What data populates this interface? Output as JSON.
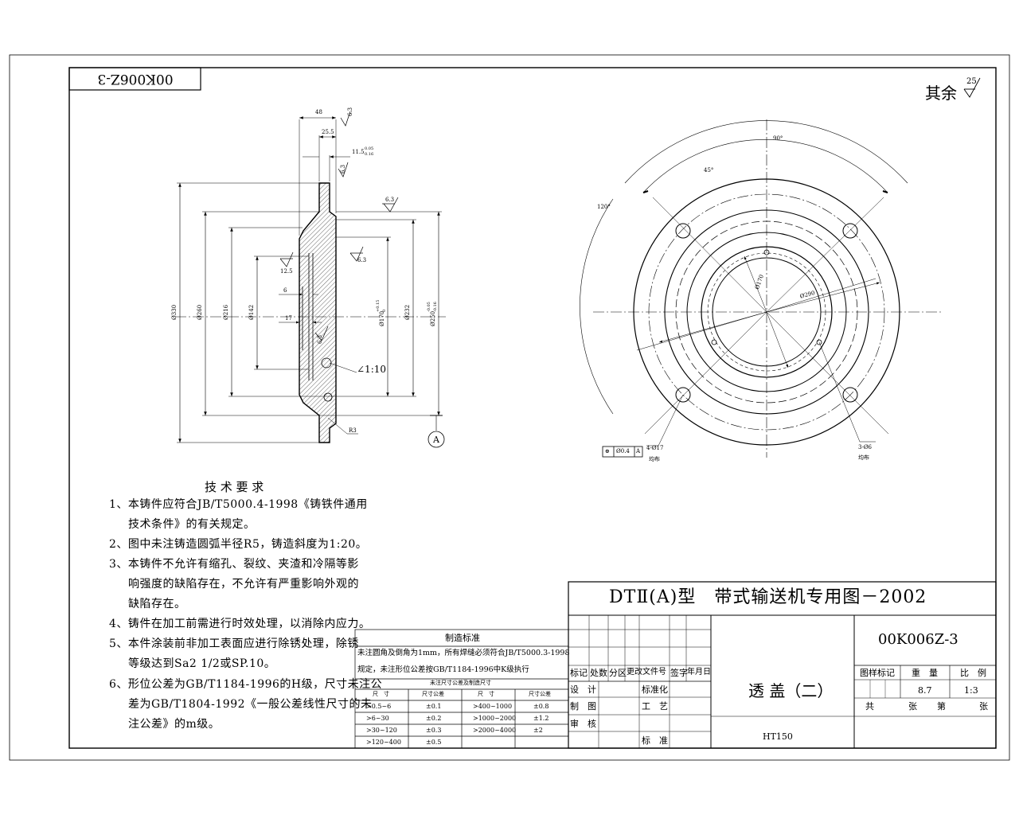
{
  "drawing_number_rotated": "00K006Z-3",
  "surface_roughness": {
    "label": "其余",
    "value": "25"
  },
  "section_view": {
    "dims_top": [
      "48",
      "25.5",
      "11.5",
      "0.05",
      "0.16"
    ],
    "roughness": [
      "6.3",
      "6.3",
      "6.3",
      "6.3",
      "12.5",
      "6.3"
    ],
    "dims_left": [
      "Ø330",
      "Ø260",
      "Ø216",
      "Ø142"
    ],
    "dims_right": [
      "Ø170",
      "+0.15",
      "0",
      "Ø232",
      "Ø250",
      "-0.05",
      "-0.16"
    ],
    "small_dims": [
      "6",
      "17"
    ],
    "taper": "∠1:10",
    "radius": "R3",
    "datum": "A"
  },
  "front_view": {
    "angles": [
      "90°",
      "45°",
      "120°"
    ],
    "diameters": [
      "Ø170",
      "Ø290"
    ],
    "holes_4": {
      "label": "4-Ø17",
      "note": "均布"
    },
    "holes_3": {
      "label": "3-Ø6",
      "note": "均布"
    },
    "tolerance_frame": [
      "⊕",
      "Ø0.4",
      "A"
    ]
  },
  "tech_requirements": {
    "title": "技 术 要 求",
    "lines": [
      "1、本铸件应符合JB/T5000.4-1998《铸铁件通用",
      "技术条件》的有关规定。",
      "2、图中未注铸造圆弧半径R5，铸造斜度为1:20。",
      "3、本铸件不允许有缩孔、裂纹、夹渣和冷隔等影",
      "响强度的缺陷存在，不允许有严重影响外观的",
      "缺陷存在。",
      "4、铸件在加工前需进行时效处理，以消除内应力。",
      "5、本件涂装前非加工表面应进行除锈处理，除锈",
      "等级达到Sa2 1/2或SP.10。",
      "6、形位公差为GB/T1184-1996的H级，尺寸未注公",
      "差为GB/T1804-1992《一般公差线性尺寸的未",
      "注公差》的m级。"
    ]
  },
  "mfg_standard": {
    "title": "制造标准",
    "notes": [
      "未注圆角及倒角为1mm，所有焊缝必须符合JB/T5000.3-1998",
      "规定，未注形位公差按GB/T1184-1996中K级执行"
    ],
    "table_title": "未注尺寸公差及制造尺寸",
    "headers": [
      "尺　寸",
      "尺寸公差",
      "尺　寸",
      "尺寸公差"
    ],
    "rows": [
      [
        ">0.5~6",
        "±0.1",
        ">400~1000",
        "±0.8"
      ],
      [
        ">6~30",
        "±0.2",
        ">1000~2000",
        "±1.2"
      ],
      [
        ">30~120",
        "±0.3",
        ">2000~4000",
        "±2"
      ],
      [
        ">120~400",
        "±0.5",
        "",
        ""
      ]
    ]
  },
  "title_block": {
    "series_title": "DTⅡ(A)型　带式输送机专用图－2002",
    "drawing_number": "00K006Z-3",
    "revision_headers": [
      "标记",
      "处数",
      "分区",
      "更改文件号",
      "签字",
      "年月日"
    ],
    "roles": [
      "设　计",
      "制　图",
      "审　核"
    ],
    "roles2": [
      "标准化",
      "工　艺",
      "标　准"
    ],
    "part_name": "透 盖（二）",
    "material": "HT150",
    "info_headers": [
      "图样标记",
      "重　量",
      "比　例"
    ],
    "weight": "8.7",
    "scale": "1:3",
    "sheet": [
      "共",
      "张",
      "第",
      "张"
    ]
  }
}
